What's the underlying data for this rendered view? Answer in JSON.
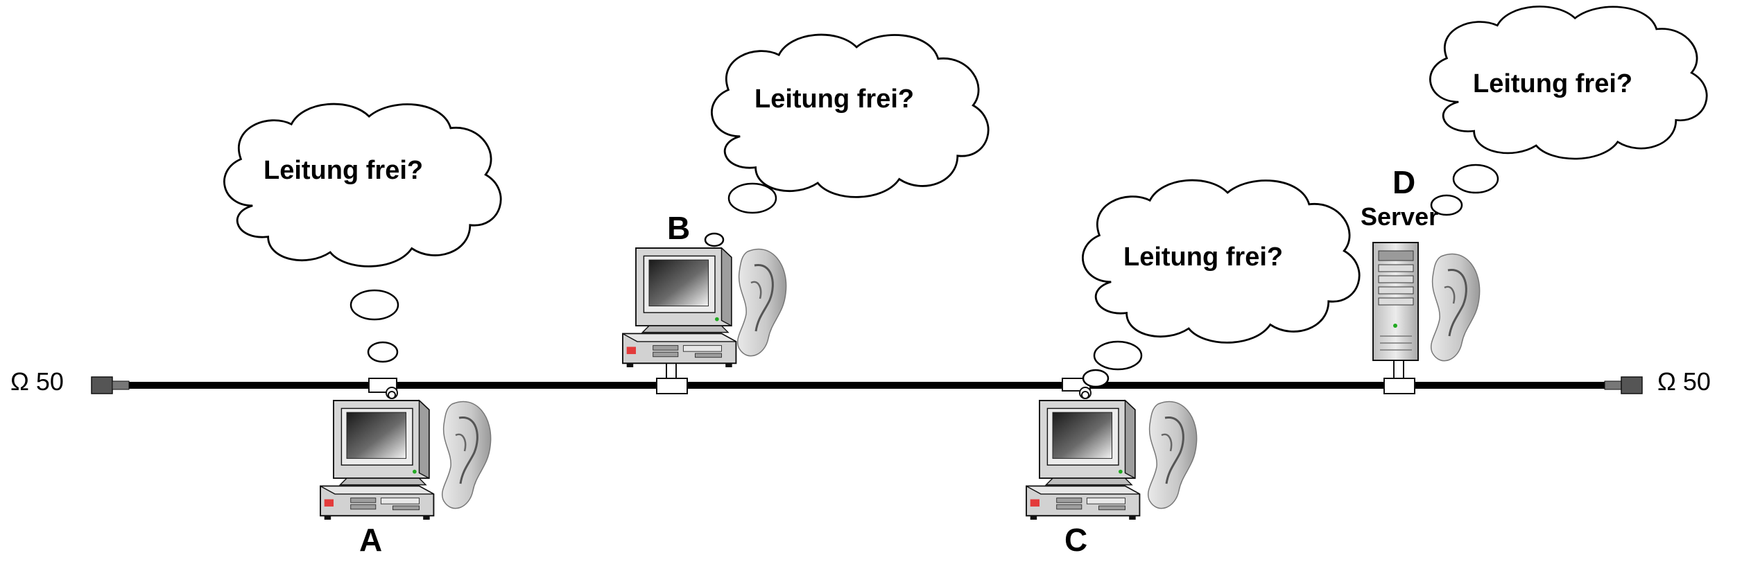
{
  "terminators": {
    "left": "Ω 50",
    "right": "Ω 50"
  },
  "nodes": {
    "a": {
      "label": "A",
      "bubble": "Leitung frei?"
    },
    "b": {
      "label": "B",
      "bubble": "Leitung frei?"
    },
    "c": {
      "label": "C",
      "bubble": "Leitung frei?"
    },
    "d": {
      "label": "D",
      "sublabel": "Server",
      "bubble": "Leitung frei?"
    }
  },
  "icons": [
    "desktop-computer-icon",
    "server-tower-icon",
    "ear-icon",
    "thought-cloud-icon",
    "bus-terminator-icon",
    "t-connector-icon"
  ]
}
